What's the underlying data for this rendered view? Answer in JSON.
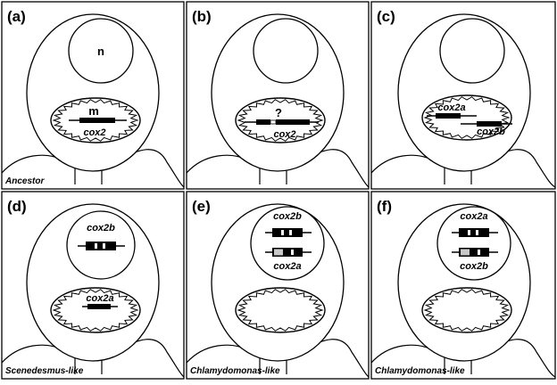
{
  "panels": [
    {
      "letter": "(a)",
      "caption": "Ancestor",
      "nucleus_label": "n",
      "mito_label": "m",
      "genes": [
        "cox2"
      ]
    },
    {
      "letter": "(b)",
      "caption": "",
      "nucleus_label": "",
      "mito_label": "?",
      "genes": [
        "cox2"
      ]
    },
    {
      "letter": "(c)",
      "caption": "",
      "nucleus_label": "",
      "mito_label": "",
      "genes": [
        "cox2a",
        "cox2b"
      ]
    },
    {
      "letter": "(d)",
      "caption": "Scenedesmus-like",
      "nucleus_label": "",
      "mito_label": "",
      "genes": [
        "cox2b",
        "cox2a"
      ]
    },
    {
      "letter": "(e)",
      "caption": "Chlamydomonas-like",
      "nucleus_label": "",
      "mito_label": "",
      "genes": [
        "cox2b",
        "cox2a"
      ]
    },
    {
      "letter": "(f)",
      "caption": "Chlamydomonas-like",
      "nucleus_label": "",
      "mito_label": "",
      "genes": [
        "cox2a",
        "cox2b"
      ]
    }
  ],
  "colors": {
    "line": "#000000",
    "exon_light": "#c8c8c8",
    "background": "#ffffff"
  }
}
